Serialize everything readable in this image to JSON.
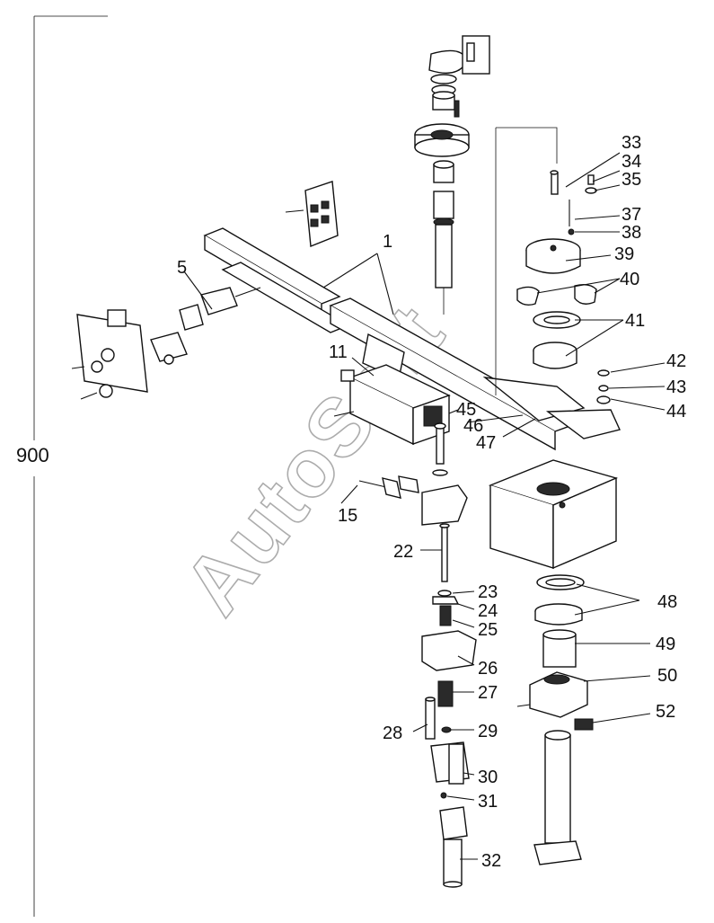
{
  "dimension_label": "900",
  "watermark": "AutoSoft",
  "callouts": [
    "1",
    "5",
    "11",
    "15",
    "22",
    "23",
    "24",
    "25",
    "26",
    "27",
    "28",
    "29",
    "30",
    "31",
    "32",
    "33",
    "34",
    "35",
    "37",
    "38",
    "39",
    "40",
    "41",
    "42",
    "43",
    "44",
    "45",
    "46",
    "47",
    "48",
    "49",
    "50",
    "52"
  ]
}
